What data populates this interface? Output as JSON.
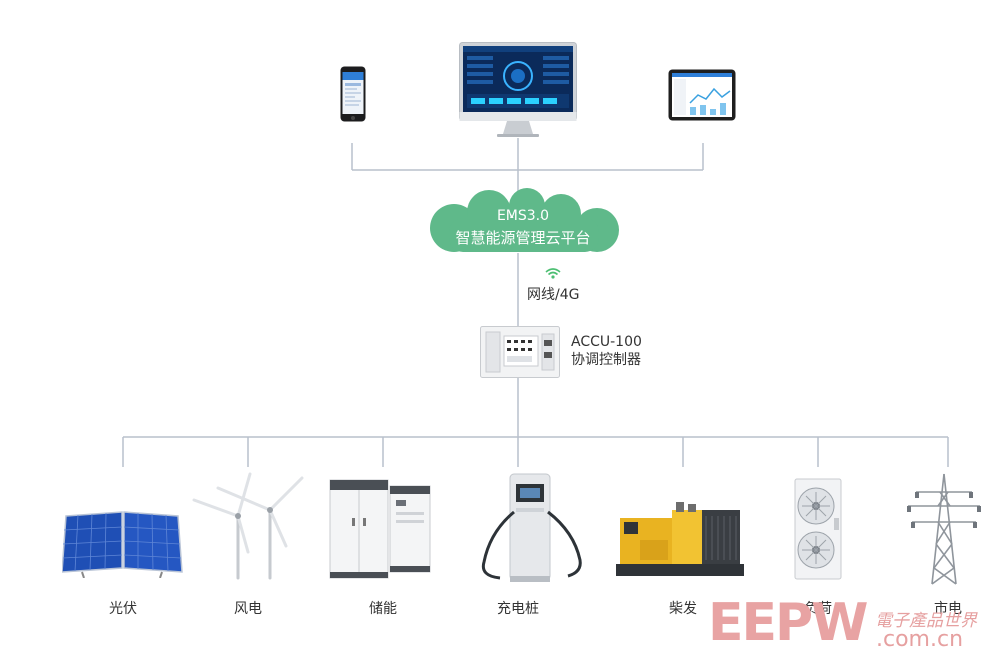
{
  "cloud": {
    "title": "EMS3.0",
    "subtitle": "智慧能源管理云平台"
  },
  "network": {
    "label": "网线/4G"
  },
  "controller": {
    "model": "ACCU-100",
    "name": "协调控制器"
  },
  "devices": {
    "pv": "光伏",
    "wind": "风电",
    "storage": "储能",
    "charger": "充电桩",
    "diesel": "柴发",
    "load": "负荷",
    "grid": "市电"
  },
  "watermark": {
    "logo": "EEPW",
    "site_cn": "電子產品世界",
    "url": ".com.cn"
  },
  "colors": {
    "cloud": "#5fb98a",
    "line": "#b9c0cc",
    "watermark": "#e8a3a3"
  }
}
